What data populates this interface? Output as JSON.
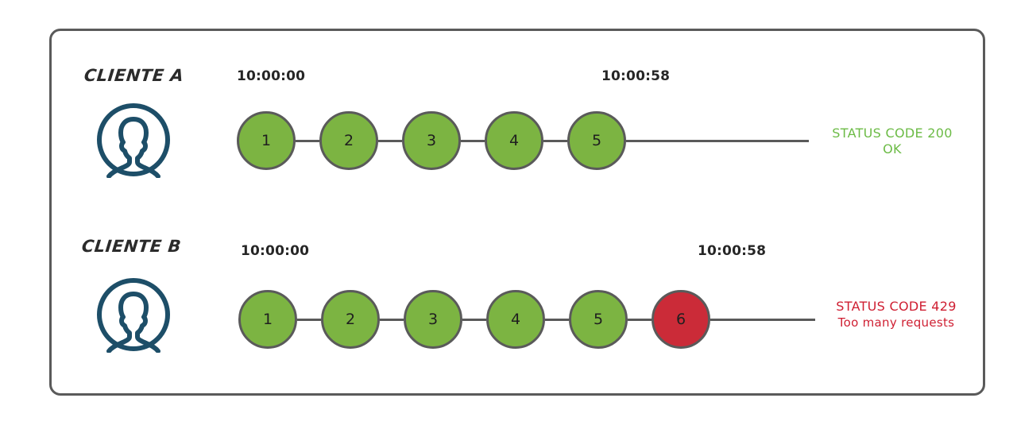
{
  "diagram": {
    "title_present": false,
    "colors": {
      "node_ok": "#7cb442",
      "node_blocked": "#cb2b38",
      "node_border": "#5a5a5a",
      "frame_border": "#5a5a5a",
      "avatar": "#1d4e६8",
      "status_ok_text": "#6cbb46",
      "status_error_text": "#cf1f32"
    },
    "rows": [
      {
        "client_label": "CLIENTE A",
        "avatar_icon": "user-avatar-icon",
        "time_start": "10:00:00",
        "time_end": "10:00:58",
        "nodes": [
          {
            "label": "1",
            "state": "ok"
          },
          {
            "label": "2",
            "state": "ok"
          },
          {
            "label": "3",
            "state": "ok"
          },
          {
            "label": "4",
            "state": "ok"
          },
          {
            "label": "5",
            "state": "ok"
          }
        ],
        "status": {
          "line1": "STATUS CODE 200",
          "line2": "OK",
          "kind": "ok"
        }
      },
      {
        "client_label": "CLIENTE B",
        "avatar_icon": "user-avatar-icon",
        "time_start": "10:00:00",
        "time_end": "10:00:58",
        "nodes": [
          {
            "label": "1",
            "state": "ok"
          },
          {
            "label": "2",
            "state": "ok"
          },
          {
            "label": "3",
            "state": "ok"
          },
          {
            "label": "4",
            "state": "ok"
          },
          {
            "label": "5",
            "state": "ok"
          },
          {
            "label": "6",
            "state": "blocked"
          }
        ],
        "status": {
          "line1": "STATUS CODE 429",
          "line2": "Too many requests",
          "kind": "error"
        }
      }
    ]
  }
}
